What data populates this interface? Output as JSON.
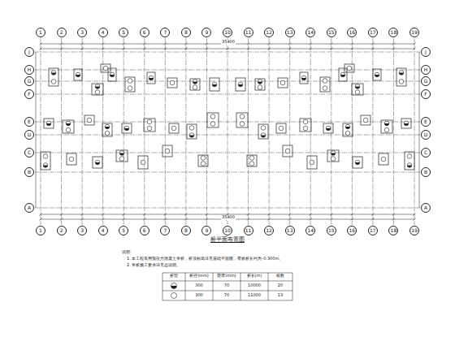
{
  "diagram": {
    "title": "桩平面布置图",
    "nodes": [
      {
        "text": [
          "1"
        ]
      },
      {
        "text": [
          "2"
        ]
      },
      {
        "text": [
          "3"
        ]
      },
      {
        "text": [
          "4"
        ]
      },
      {
        "text": [
          "5"
        ]
      },
      {
        "text": [
          "6"
        ]
      },
      {
        "text": [
          "7"
        ]
      },
      {
        "text": [
          "8"
        ]
      },
      {
        "text": [
          "9"
        ]
      },
      {
        "text": [
          "10"
        ]
      },
      {
        "text": [
          "11"
        ]
      },
      {
        "text": [
          "12"
        ]
      },
      {
        "text": [
          "13"
        ]
      },
      {
        "text": [
          "14"
        ]
      },
      {
        "text": [
          "15"
        ]
      },
      {
        "text": [
          "16"
        ]
      },
      {
        "text": [
          "17"
        ]
      },
      {
        "text": [
          "18"
        ]
      },
      {
        "text": [
          "19"
        ]
      },
      {
        "text": [
          "1"
        ]
      },
      {
        "text": [
          "2"
        ]
      },
      {
        "text": [
          "3"
        ]
      },
      {
        "text": [
          "4"
        ]
      },
      {
        "text": [
          "5"
        ]
      },
      {
        "text": [
          "6"
        ]
      },
      {
        "text": [
          "7"
        ]
      },
      {
        "text": [
          "8"
        ]
      },
      {
        "text": [
          "9"
        ]
      },
      {
        "text": [
          "10"
        ]
      },
      {
        "text": [
          "11"
        ]
      },
      {
        "text": [
          "12"
        ]
      },
      {
        "text": [
          "13"
        ]
      },
      {
        "text": [
          "14"
        ]
      },
      {
        "text": [
          "15"
        ]
      },
      {
        "text": [
          "16"
        ]
      },
      {
        "text": [
          "17"
        ]
      },
      {
        "text": [
          "18"
        ]
      },
      {
        "text": [
          "19"
        ]
      },
      {
        "text": [
          "J"
        ]
      },
      {
        "text": [
          "H"
        ]
      },
      {
        "text": [
          "G"
        ]
      },
      {
        "text": [
          "F"
        ]
      },
      {
        "text": [
          "E"
        ]
      },
      {
        "text": [
          "D"
        ]
      },
      {
        "text": [
          "C"
        ]
      },
      {
        "text": [
          "B"
        ]
      },
      {
        "text": [
          "A"
        ]
      },
      {
        "text": [
          "J"
        ]
      },
      {
        "text": [
          "H"
        ]
      },
      {
        "text": [
          "G"
        ]
      },
      {
        "text": [
          "F"
        ]
      },
      {
        "text": [
          "E"
        ]
      },
      {
        "text": [
          "D"
        ]
      },
      {
        "text": [
          "C"
        ]
      },
      {
        "text": [
          "B"
        ]
      },
      {
        "text": [
          "A"
        ]
      }
    ],
    "labels": [
      "说明:",
      "1. 本工程采用预应力混凝土管桩，桩顶标高详见基础平面图，有效桩长约为-0.300m。",
      "2. 管桩施工要求详见总说明。",
      "桩型",
      "桩径(mm)",
      "壁厚(mm)",
      "桩长(m)",
      "根数",
      "300",
      "70",
      "10000",
      "20",
      "300",
      "70",
      "11000",
      "13",
      "35400",
      "35400"
    ]
  }
}
